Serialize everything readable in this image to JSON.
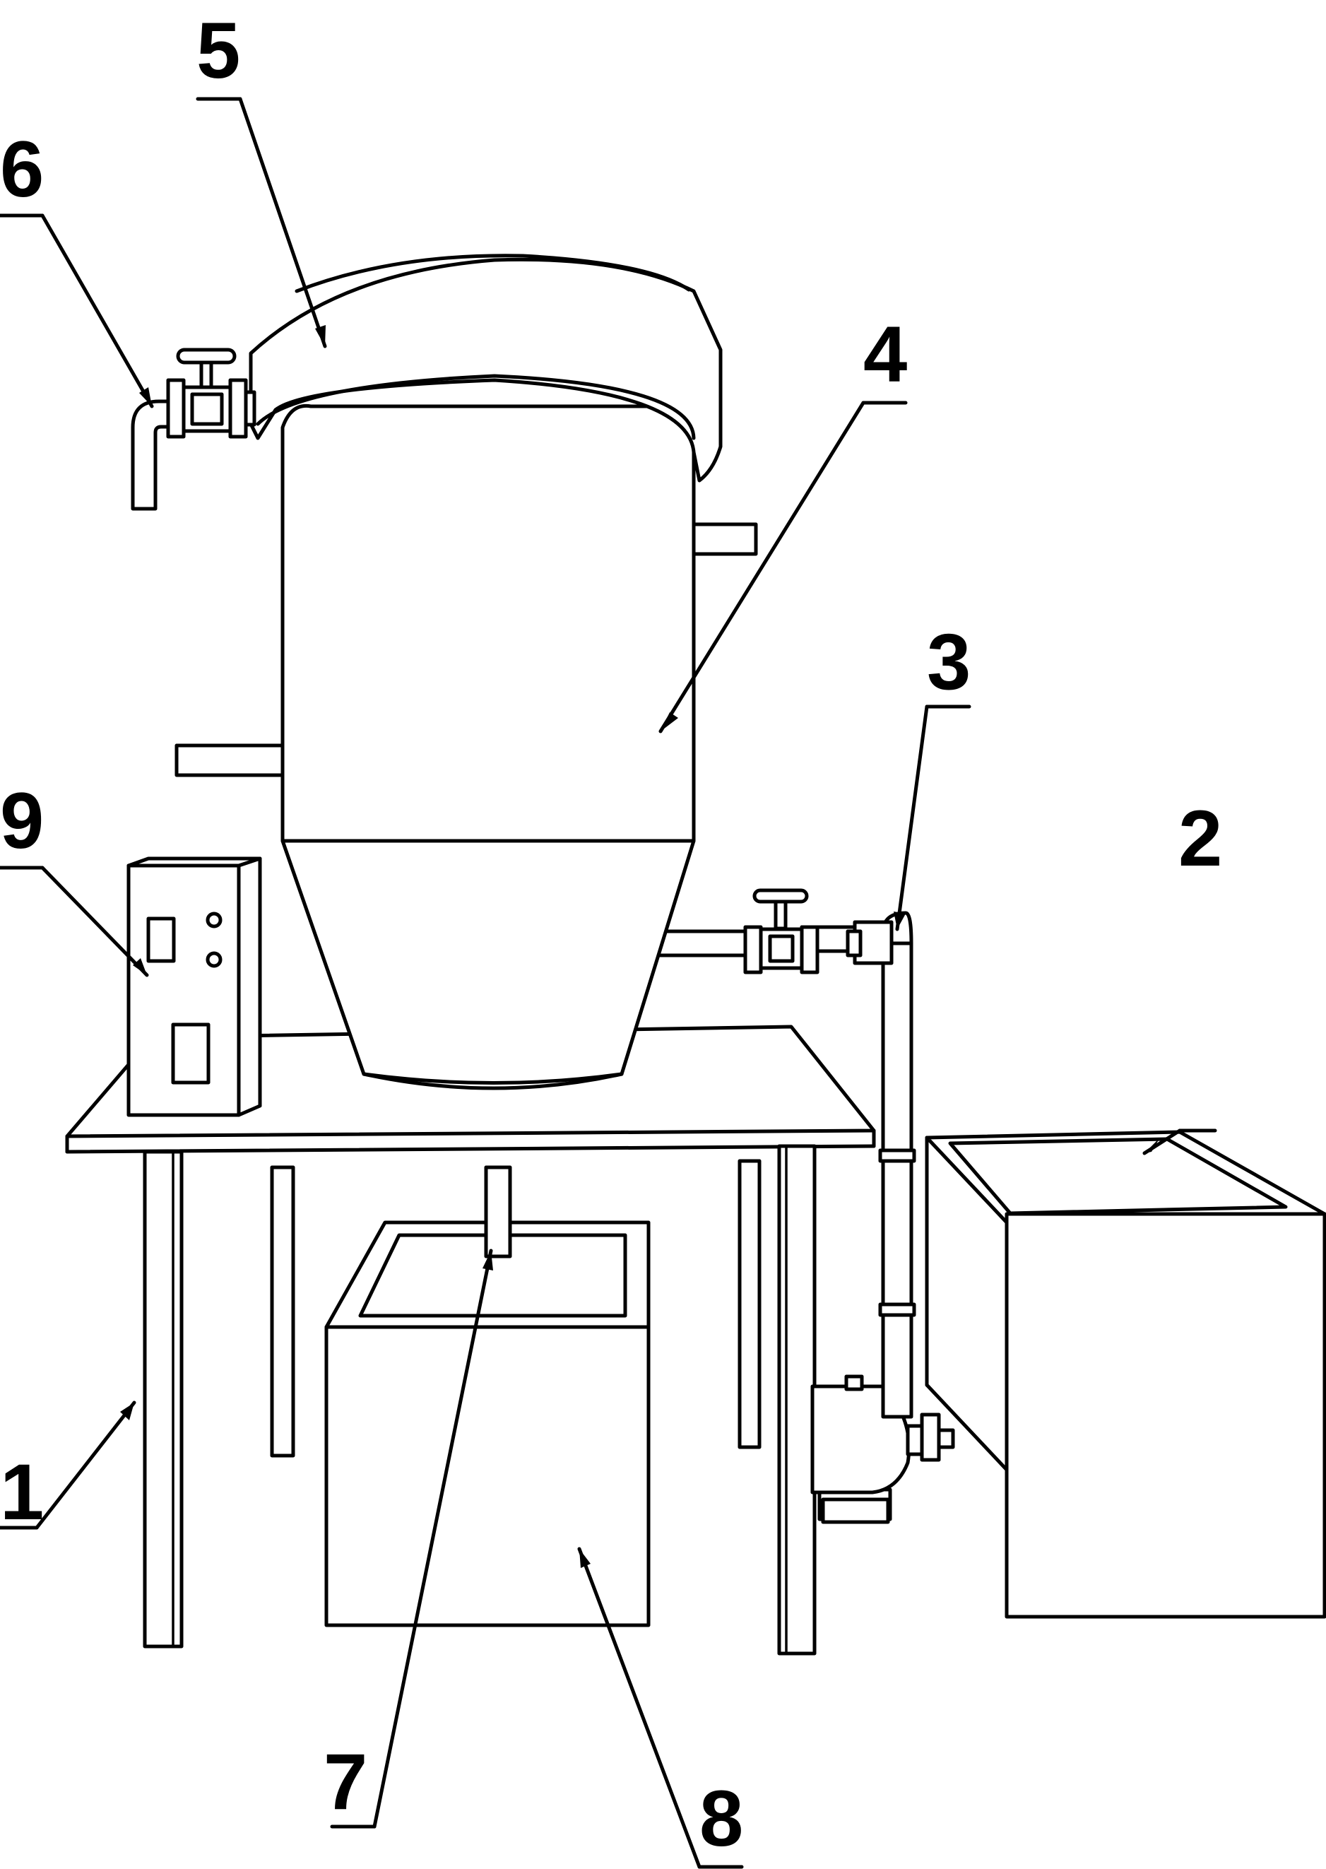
{
  "labels": {
    "l1": "1",
    "l2": "2",
    "l3": "3",
    "l4": "4",
    "l5": "5",
    "l6": "6",
    "l7": "7",
    "l8": "8",
    "l9": "9"
  },
  "colors": {
    "stroke": "#000000",
    "background": "#ffffff"
  }
}
